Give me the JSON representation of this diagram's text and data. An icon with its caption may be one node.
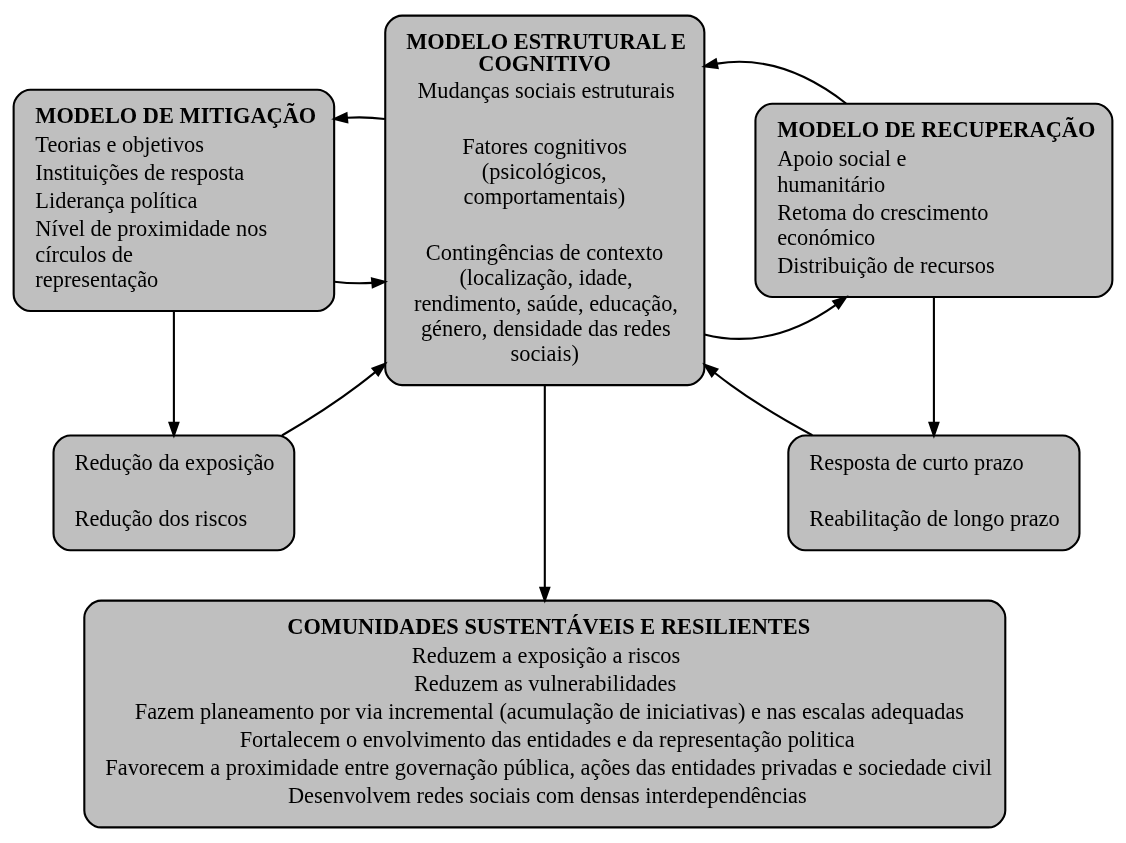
{
  "diagram": {
    "nodes": [
      {
        "text": [
          "MODELO DE MITIGAÇÃO",
          "Teorias e objetivos",
          "Instituições de resposta",
          "Liderança política",
          "Nível de proximidade nos círculos de representação"
        ]
      },
      {
        "text": [
          "MODELO ESTRUTURAL E COGNITIVO",
          "Mudanças sociais estruturais",
          "Fatores cognitivos (psicológicos, comportamentais)",
          "Contingências de contexto (localização, idade, rendimento, saúde, educação, género, densidade das redes sociais)"
        ]
      },
      {
        "text": [
          "MODELO DE RECUPERAÇÃO",
          "Apoio social e humanitário",
          "Retoma do crescimento económico",
          "Distribuição de recursos"
        ]
      },
      {
        "text": [
          "Redução da exposição",
          "Redução dos riscos"
        ]
      },
      {
        "text": [
          "Resposta de curto prazo",
          "Reabilitação de longo prazo"
        ]
      },
      {
        "text": [
          "COMUNIDADES SUSTENTÁVEIS E RESILIENTES",
          "Reduzem a exposição a riscos",
          "Reduzem as vulnerabilidades",
          "Fazem planeamento por via incremental (acumulação de iniciativas) e nas escalas adequadas",
          "Fortalecem o envolvimento das entidades e da representação politica",
          "Favorecem a proximidade entre governação pública, ações das entidades privadas e sociedade civil",
          "Desenvolvem redes sociais com densas interdependências"
        ]
      }
    ],
    "edges": [
      {
        "from": 0,
        "to": 1,
        "arrow": "to"
      },
      {
        "from": 1,
        "to": 0,
        "arrow": "to"
      },
      {
        "from": 1,
        "to": 2,
        "arrow": "to"
      },
      {
        "from": 2,
        "to": 1,
        "arrow": "to"
      },
      {
        "from": 0,
        "to": 3,
        "arrow": "to"
      },
      {
        "from": 3,
        "to": 1,
        "arrow": "to"
      },
      {
        "from": 2,
        "to": 4,
        "arrow": "to"
      },
      {
        "from": 4,
        "to": 1,
        "arrow": "to"
      },
      {
        "from": 1,
        "to": 5,
        "arrow": "to"
      }
    ]
  }
}
